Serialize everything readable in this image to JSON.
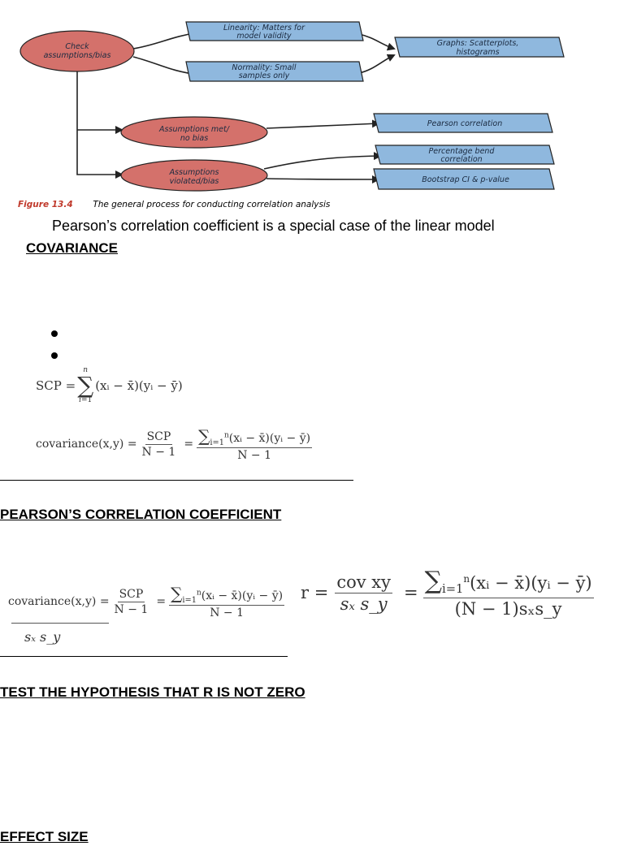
{
  "flowchart": {
    "start": [
      "Check",
      "assumptions/bias"
    ],
    "linearity": [
      "Linearity: Matters for",
      "model validity"
    ],
    "normality": [
      "Normality: Small",
      "samples only"
    ],
    "graphs": [
      "Graphs: Scatterplots,",
      "histograms"
    ],
    "met": [
      "Assumptions met/",
      "no bias"
    ],
    "violated": [
      "Assumptions",
      "violated/bias"
    ],
    "pearson": "Pearson correlation",
    "bend": [
      "Percentage bend",
      "correlation"
    ],
    "bootstrap": "Bootstrap CI & p-value",
    "colors": {
      "ellipse": "#d4716b",
      "box": "#8fb8de",
      "arrow": "#222222"
    }
  },
  "figure": {
    "label": "Figure 13.4",
    "caption": "The general process for conducting correlation analysis"
  },
  "intro": "Pearson’s correlation coefficient is a special case of the linear model",
  "sections": {
    "covariance": "COVARIANCE",
    "pearson": "PEARSON’S CORRELATION COEFFICIENT",
    "hypothesis": "TEST THE HYPOTHESIS THAT R IS NOT ZERO",
    "effect": "EFFECT SIZE"
  },
  "formulas": {
    "scp_lhs": "SCP =",
    "cov_lhs": "covariance(x,y) =",
    "scp": "SCP",
    "n_minus_1": "N − 1",
    "sum_term": "(xᵢ − x̄)(yᵢ − ȳ)",
    "r_lhs": "r =",
    "cov_xy": "cov xy",
    "sxsy": "sₓ s_y",
    "n1_sxsy": "(N − 1)sₓs_y",
    "sx_sy_label": "sₓ s_y"
  }
}
